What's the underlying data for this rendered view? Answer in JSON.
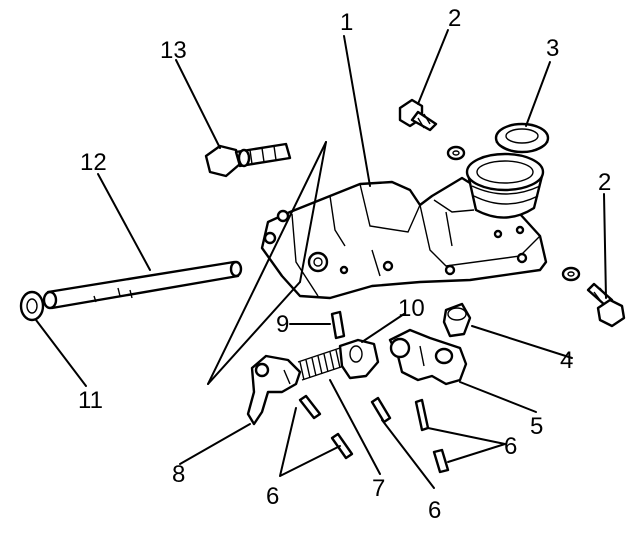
{
  "callouts": [
    {
      "id": "c1",
      "text": "1"
    },
    {
      "id": "c2a",
      "text": "2"
    },
    {
      "id": "c2b",
      "text": "2"
    },
    {
      "id": "c3",
      "text": "3"
    },
    {
      "id": "c4",
      "text": "4"
    },
    {
      "id": "c5",
      "text": "5"
    },
    {
      "id": "c6a",
      "text": "6"
    },
    {
      "id": "c6b",
      "text": "6"
    },
    {
      "id": "c6c",
      "text": "6"
    },
    {
      "id": "c7",
      "text": "7"
    },
    {
      "id": "c8",
      "text": "8"
    },
    {
      "id": "c9",
      "text": "9"
    },
    {
      "id": "c10",
      "text": "10"
    },
    {
      "id": "c11",
      "text": "11"
    },
    {
      "id": "c12",
      "text": "12"
    },
    {
      "id": "c13",
      "text": "13"
    }
  ]
}
